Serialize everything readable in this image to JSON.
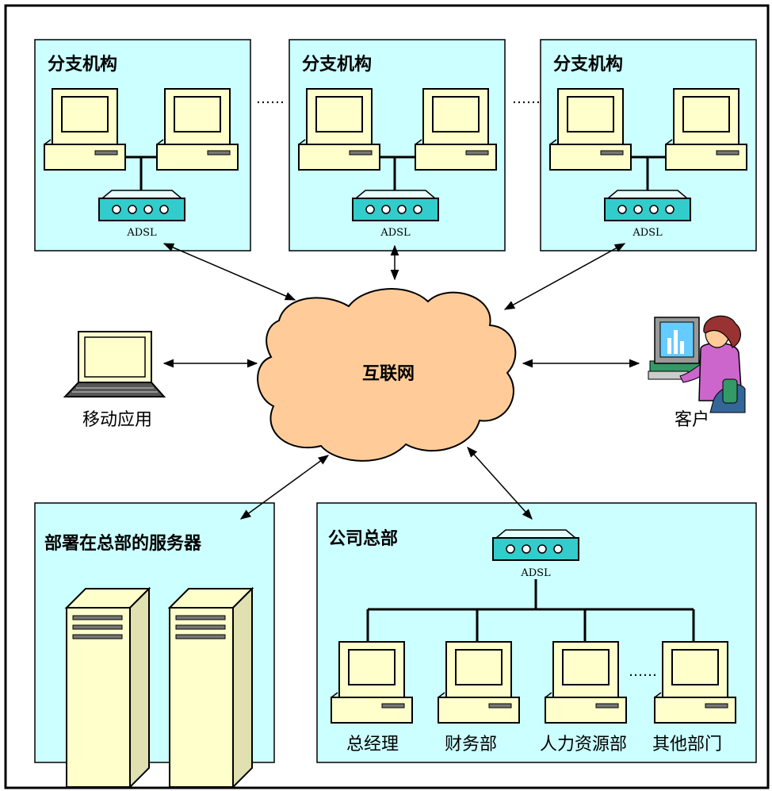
{
  "colors": {
    "box_fill": "#ccffff",
    "device_fill": "#ffffcc",
    "modem_fill": "#33cccc",
    "cloud_fill": "#ffcc99",
    "line": "#000000"
  },
  "branches": [
    {
      "title": "分支机构",
      "modem_label": "ADSL"
    },
    {
      "title": "分支机构",
      "modem_label": "ADSL"
    },
    {
      "title": "分支机构",
      "modem_label": "ADSL"
    }
  ],
  "ellipsis": "……",
  "cloud_label": "互联网",
  "mobile_label": "移动应用",
  "customer_label": "客户",
  "servers_title": "部署在总部的服务器",
  "hq": {
    "title": "公司总部",
    "modem_label": "ADSL",
    "departments": [
      "总经理",
      "财务部",
      "人力资源部",
      "其他部门"
    ]
  }
}
